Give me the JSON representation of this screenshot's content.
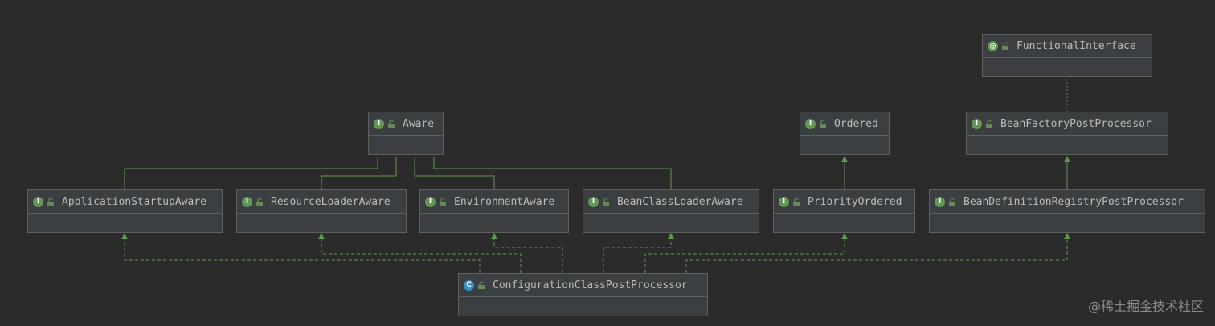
{
  "nodes": {
    "functional_interface": {
      "label": "FunctionalInterface",
      "kind": "annotation",
      "badge": "@"
    },
    "aware": {
      "label": "Aware",
      "kind": "interface",
      "badge": "I"
    },
    "ordered": {
      "label": "Ordered",
      "kind": "interface",
      "badge": "I"
    },
    "bean_factory_post_processor": {
      "label": "BeanFactoryPostProcessor",
      "kind": "interface",
      "badge": "I"
    },
    "application_startup_aware": {
      "label": "ApplicationStartupAware",
      "kind": "interface",
      "badge": "I"
    },
    "resource_loader_aware": {
      "label": "ResourceLoaderAware",
      "kind": "interface",
      "badge": "I"
    },
    "environment_aware": {
      "label": "EnvironmentAware",
      "kind": "interface",
      "badge": "I"
    },
    "bean_class_loader_aware": {
      "label": "BeanClassLoaderAware",
      "kind": "interface",
      "badge": "I"
    },
    "priority_ordered": {
      "label": "PriorityOrdered",
      "kind": "interface",
      "badge": "I"
    },
    "bean_definition_registry_post_processor": {
      "label": "BeanDefinitionRegistryPostProcessor",
      "kind": "interface",
      "badge": "I"
    },
    "configuration_class_post_processor": {
      "label": "ConfigurationClassPostProcessor",
      "kind": "class",
      "badge": "C"
    }
  },
  "colors": {
    "background": "#2b2b2b",
    "node_fill": "#3c3f41",
    "edge": "#629755",
    "interface_badge": "#629755",
    "class_badge": "#3592c4"
  },
  "watermark": "@稀土掘金技术社区"
}
